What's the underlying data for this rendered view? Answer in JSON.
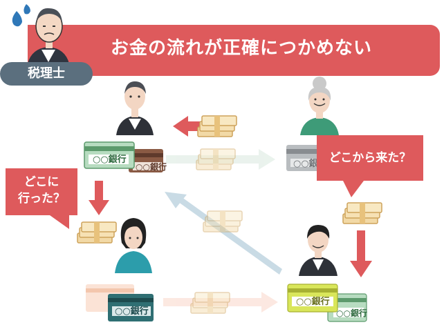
{
  "header": {
    "role_badge": "税理士",
    "title": "お金の流れが正確につかめない"
  },
  "bubbles": {
    "where_did_it_go_line1": "どこに",
    "where_did_it_go_line2": "行った？",
    "where_did_it_come_from": "どこから来た？"
  },
  "cards": {
    "bank_label": "○○銀行"
  },
  "colors": {
    "accent_red": "#de5a5c",
    "badge_slate": "#5b6f7e",
    "card_green": "#b7dcc0",
    "card_brown": "#8a5a44",
    "card_teal": "#2f6f73",
    "card_yellow": "#d9e65a",
    "card_grey": "#b9bdc0",
    "arrow_blue_faint": "#c9dbe5"
  },
  "icons": [
    "worried-tax-accountant-icon",
    "sweat-drop-icon",
    "man-avatar-icon",
    "grandmother-avatar-icon",
    "woman-avatar-icon",
    "young-man-avatar-icon",
    "cash-bundle-icon",
    "bank-card-icon",
    "arrow-icon"
  ]
}
